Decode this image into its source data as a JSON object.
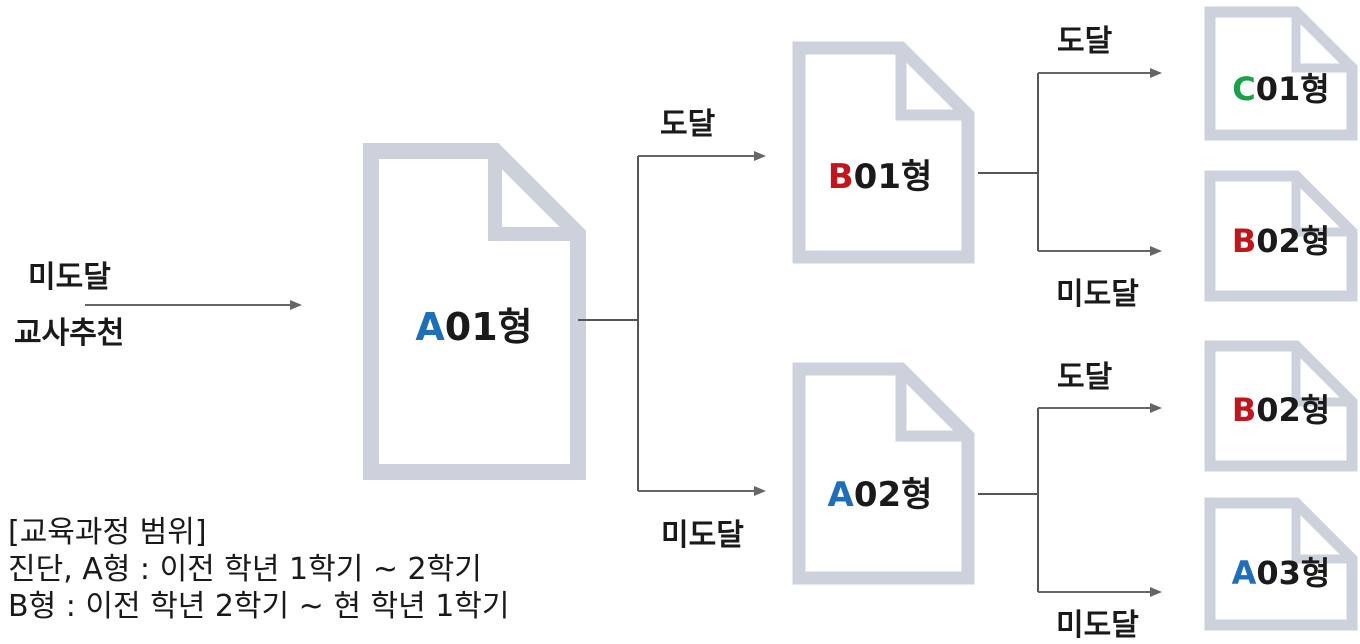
{
  "input": {
    "line1": "미도달",
    "line2": "교사추천"
  },
  "docs": {
    "a01": {
      "prefix": "A",
      "rest": "01형",
      "prefix_color": "#1f6fb8"
    },
    "b01": {
      "prefix": "B",
      "rest": "01형",
      "prefix_color": "#c0161e"
    },
    "a02": {
      "prefix": "A",
      "rest": "02형",
      "prefix_color": "#1f6fb8"
    },
    "c01": {
      "prefix": "C",
      "rest": "01형",
      "prefix_color": "#19a24a"
    },
    "b02_top": {
      "prefix": "B",
      "rest": "02형",
      "prefix_color": "#c0161e"
    },
    "b02_bottom": {
      "prefix": "B",
      "rest": "02형",
      "prefix_color": "#c0161e"
    },
    "a03": {
      "prefix": "A",
      "rest": "03형",
      "prefix_color": "#1f6fb8"
    }
  },
  "edges": {
    "a01_reach": "도달",
    "a01_notreach": "미도달",
    "b01_reach": "도달",
    "b01_notreach": "미도달",
    "a02_reach": "도달",
    "a02_notreach": "미도달"
  },
  "legend": {
    "title": "[교육과정 범위]",
    "line1": "진단, A형 : 이전 학년 1학기 ~ 2학기",
    "line2": "B형 : 이전 학년 2학기 ~ 현 학년 1학기"
  },
  "colors": {
    "doc_border": "#ccd1db",
    "line": "#555555",
    "arrow": "#666666"
  }
}
